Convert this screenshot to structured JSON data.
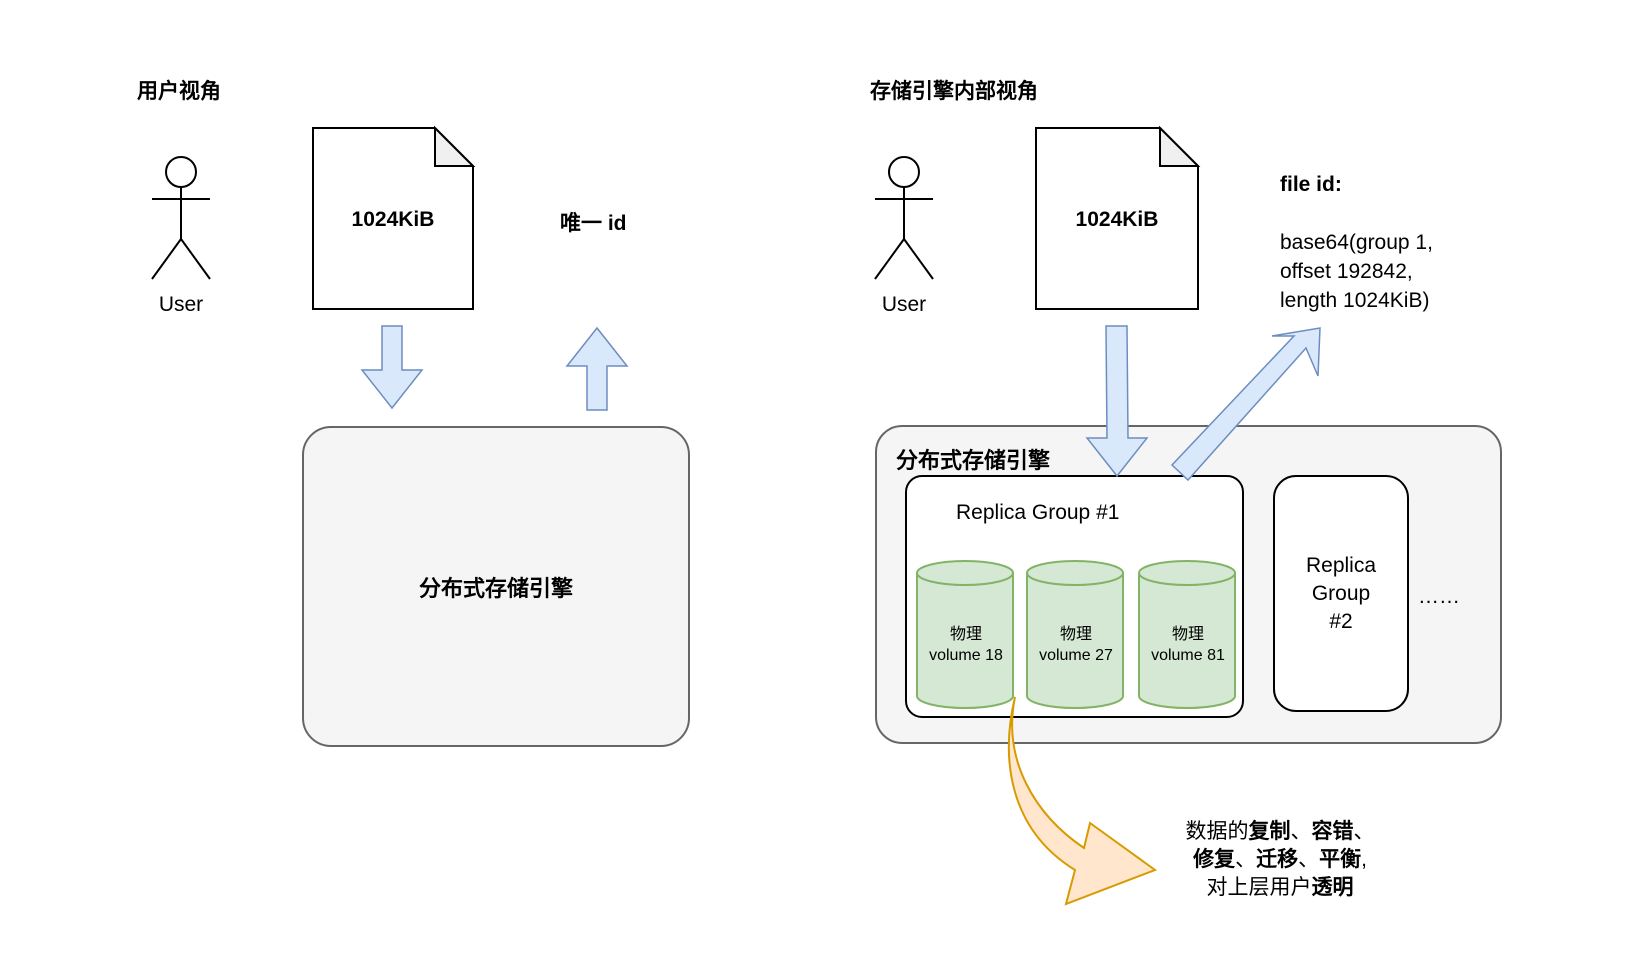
{
  "left_view": {
    "title": "用户视角",
    "user_label": "User",
    "file_label": "1024KiB",
    "id_label": "唯一 id",
    "engine_label": "分布式存储引擎"
  },
  "right_view": {
    "title": "存储引擎内部视角",
    "user_label": "User",
    "file_label": "1024KiB",
    "file_id": {
      "heading": "file id:",
      "lines": [
        "base64(group 1,",
        "offset 192842,",
        "length 1024KiB)"
      ]
    },
    "engine_label": "分布式存储引擎",
    "replica_group_1": {
      "label": "Replica Group #1",
      "volumes": [
        {
          "line1": "物理",
          "line2": "volume 18"
        },
        {
          "line1": "物理",
          "line2": "volume 27"
        },
        {
          "line1": "物理",
          "line2": "volume 81"
        }
      ]
    },
    "replica_group_2": {
      "lines": [
        "Replica",
        "Group",
        "#2"
      ]
    },
    "ellipsis": "……",
    "note": {
      "lines": [
        [
          {
            "t": "数据的",
            "b": false
          },
          {
            "t": "复制",
            "b": true
          },
          {
            "t": "、",
            "b": false
          },
          {
            "t": "容错",
            "b": true
          },
          {
            "t": "、",
            "b": false
          }
        ],
        [
          {
            "t": "修复",
            "b": true
          },
          {
            "t": "、",
            "b": false
          },
          {
            "t": "迁移",
            "b": true
          },
          {
            "t": "、",
            "b": false
          },
          {
            "t": "平衡",
            "b": true
          },
          {
            "t": ",",
            "b": false
          }
        ],
        [
          {
            "t": "对上层用户",
            "b": false
          },
          {
            "t": "透明",
            "b": true
          }
        ]
      ]
    }
  },
  "colors": {
    "arrow_fill": "#dae8fc",
    "arrow_stroke": "#6c8ebf",
    "cylinder_fill": "#d5e8d4",
    "cylinder_stroke": "#82b366",
    "curve_arrow_fill": "#ffe6cc",
    "curve_arrow_stroke": "#d79b00",
    "container_fill": "#f5f5f5",
    "container_stroke": "#666666",
    "fold_fill": "#f0f0f0"
  }
}
